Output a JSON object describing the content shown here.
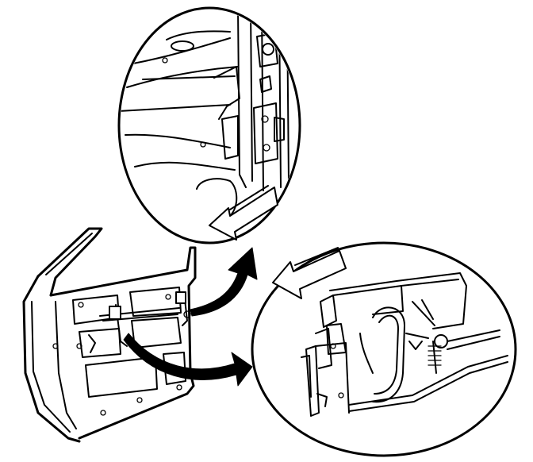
{
  "illustration": {
    "subject": "door-latch-removal",
    "callouts": [
      "upper-detail",
      "lower-detail"
    ],
    "stroke_color": "#000000",
    "background_color": "#ffffff"
  }
}
